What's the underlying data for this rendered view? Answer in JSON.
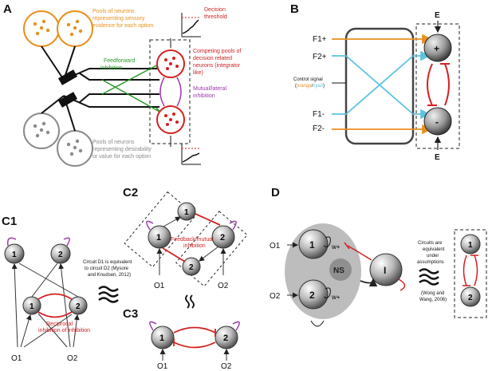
{
  "panels": {
    "A": "A",
    "B": "B",
    "C1": "C1",
    "C2": "C2",
    "C3": "C3",
    "D": "D"
  },
  "panel_a": {
    "sensory_pools": [
      "Pools of neurons",
      "representing sensory",
      "evidence for each option"
    ],
    "desirability_pools": [
      "Pools of neurons",
      "representing desirability",
      "or value for each option"
    ],
    "feedforward": [
      "Feedforward",
      "inhibition"
    ],
    "decision_pools": [
      "Competing pools of",
      "decision related",
      "neurons (integrator",
      "like)"
    ],
    "mutual": [
      "Mutual/lateral",
      "inhibition"
    ],
    "threshold": [
      "Decision",
      "threshold"
    ]
  },
  "panel_b": {
    "inputs": [
      "F1+",
      "F2+",
      "F1-",
      "F2-"
    ],
    "control_prefix": "Control signal",
    "control_paren_open": "(",
    "control_orange": "orange",
    "control_slash": "/",
    "control_cyan": "cyan",
    "control_paren_close": ")",
    "top_node": "+",
    "bottom_node": "-",
    "top_e": "E",
    "bottom_e": "E"
  },
  "panel_c1": {
    "node1": "1",
    "node2": "2",
    "inh1": "1",
    "inh2": "2",
    "o1": "O1",
    "o2": "O2",
    "equiv": [
      "Circuit D1 is equivalent",
      "to circuit D2 (Mysore",
      "and Knudsen, 2012)"
    ],
    "reciprocal": [
      "Reciprocal",
      "inhibition of inhibition"
    ]
  },
  "panel_c2": {
    "top1": "1",
    "top2": "2",
    "n1": "1",
    "n2": "2",
    "o1": "O1",
    "o2": "O2",
    "feedback": [
      "Feedback/mutual",
      "inhibition"
    ]
  },
  "panel_c3": {
    "n1": "1",
    "n2": "2",
    "o1": "O1",
    "o2": "O2"
  },
  "panel_d": {
    "n1": "1",
    "n2": "2",
    "ns": "NS",
    "inh": "I",
    "w_plus": "w+",
    "o1": "O1",
    "o2": "O2",
    "equiv": [
      "Circuits are",
      "equivalent",
      "under",
      "assumptions"
    ],
    "citation": [
      "(Wong and",
      "Wang, 2006)"
    ],
    "box1": "1",
    "box2": "2"
  },
  "colors": {
    "orange": "#e8901e",
    "cyan": "#5cc3e0",
    "red": "#d42020",
    "green": "#2a9a2a",
    "purple": "#9a3aa8",
    "grey": "#8a8a8a"
  }
}
